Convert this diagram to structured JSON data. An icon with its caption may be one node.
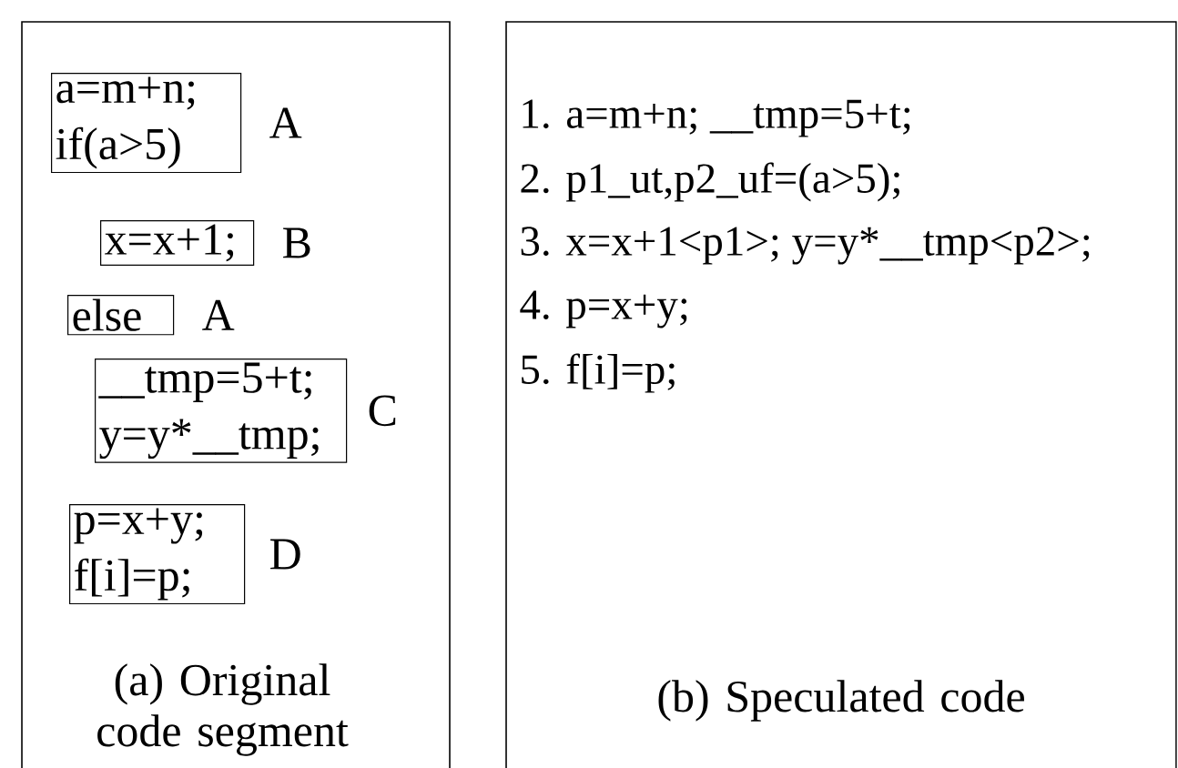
{
  "diagram": {
    "nodes": [
      {
        "text": [
          "(a) Original code segment"
        ]
      },
      {
        "text": [
          "a=m+n; if(a>5)"
        ],
        "beside": [
          "A"
        ],
        "in": 0
      },
      {
        "text": [
          "x=x+1;"
        ],
        "beside": [
          "B"
        ],
        "in": 0
      },
      {
        "text": [
          "else"
        ],
        "beside": [
          "A"
        ],
        "in": 0
      },
      {
        "text": [
          "__tmp=5+t; y=y*__tmp;"
        ],
        "beside": [
          "C"
        ],
        "in": 0
      },
      {
        "text": [
          "p=x+y; f[i]=p;"
        ],
        "beside": [
          "D"
        ],
        "in": 0
      },
      {
        "text": [
          "(b) Speculated code"
        ]
      }
    ],
    "labels": [
      "1. a=m+n; __tmp=5+t;",
      "2. p1_ut,p2_uf=(a>5);",
      "3. x=x+1<p1>; y=y*__tmp<p2>;",
      "4. p=x+y;",
      "5. f[i]=p;"
    ]
  }
}
